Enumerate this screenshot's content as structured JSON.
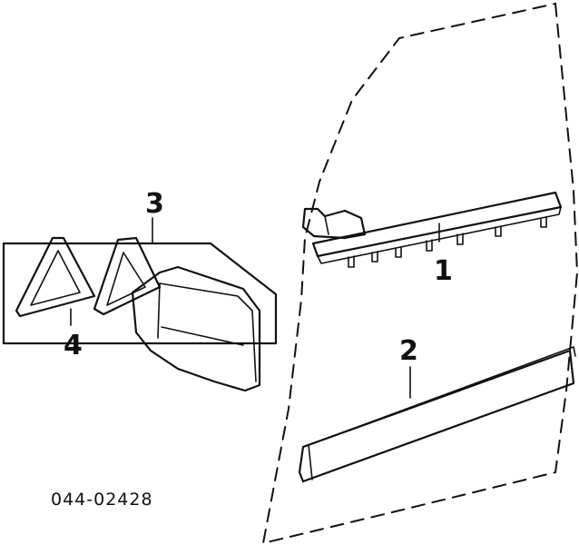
{
  "diagram": {
    "callouts": {
      "molding_upper": "1",
      "molding_lower": "2",
      "mirror_assembly": "3",
      "mirror_cover": "4"
    },
    "reference_number": "044-02428"
  }
}
